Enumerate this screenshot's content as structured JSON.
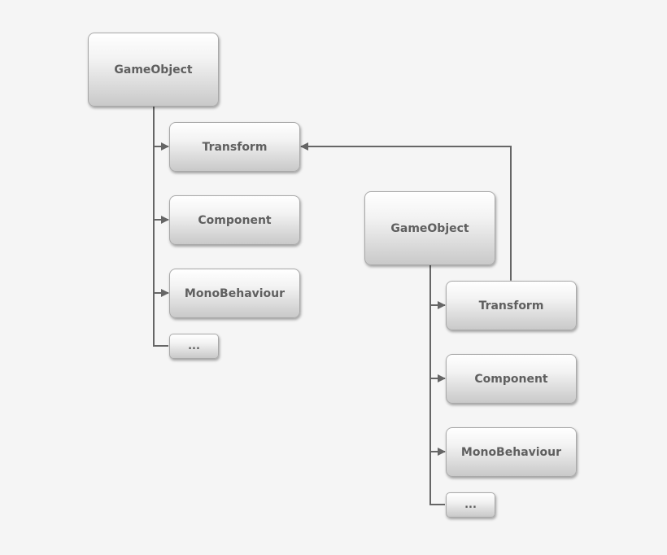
{
  "diagram": {
    "left": {
      "root": "GameObject",
      "children": [
        "Transform",
        "Component",
        "MonoBehaviour",
        "..."
      ]
    },
    "right": {
      "root": "GameObject",
      "children": [
        "Transform",
        "Component",
        "MonoBehaviour",
        "..."
      ]
    },
    "colors": {
      "background": "#f5f5f5",
      "connector": "#666666",
      "text": "#5f5f5f"
    }
  }
}
